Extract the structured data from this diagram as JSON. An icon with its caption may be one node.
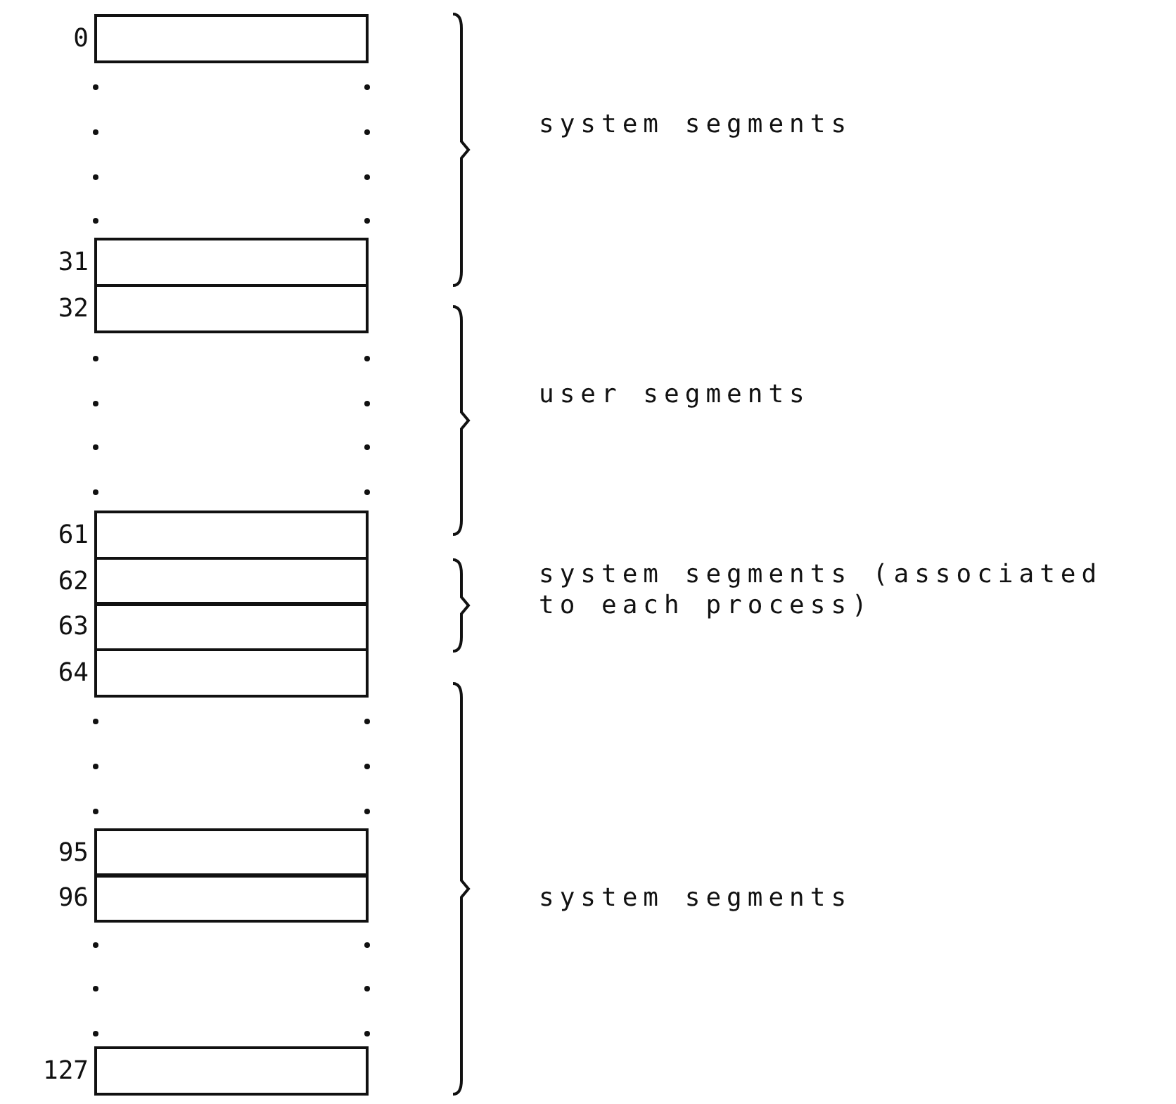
{
  "diagram": {
    "labels": [
      "0",
      "system segments",
      "31",
      "32",
      "user segments",
      "61",
      "62",
      "system segments (associated to each process)",
      "63",
      "64",
      "95",
      "96",
      "system segments",
      "127"
    ]
  }
}
